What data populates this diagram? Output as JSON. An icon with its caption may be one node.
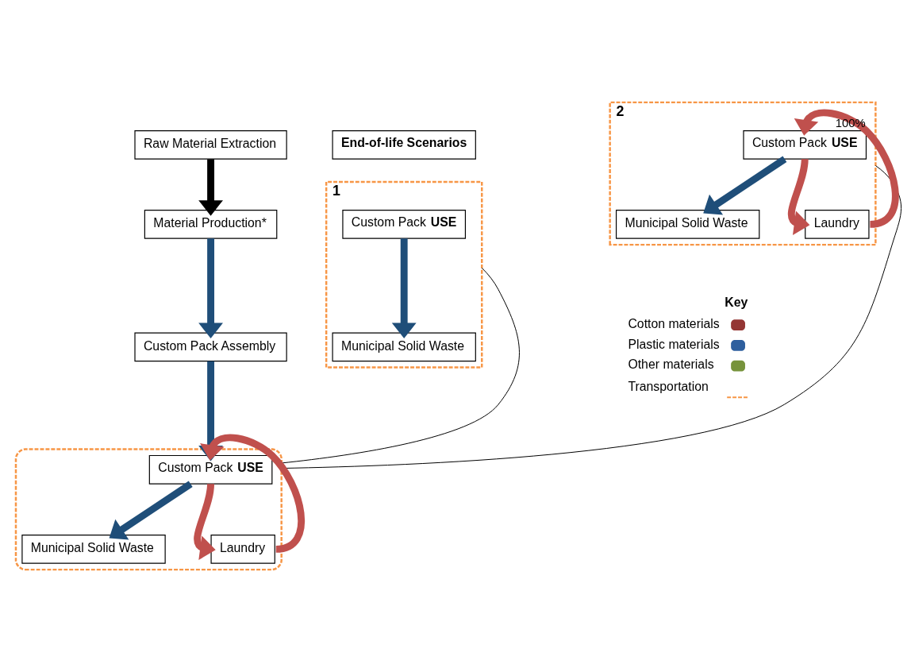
{
  "diagram": {
    "nodes": [
      {
        "text": [
          "Raw Material Extraction"
        ]
      },
      {
        "text": [
          "Material Production*"
        ]
      },
      {
        "text": [
          "Custom Pack Assembly"
        ]
      },
      {
        "text": [],
        "shape": "box"
      },
      {
        "text": [
          "Custom Pack **USE**"
        ],
        "in": 3
      },
      {
        "text": [
          "Municipal Solid Waste"
        ],
        "in": 3
      },
      {
        "text": [
          "Laundry"
        ],
        "in": 3
      },
      {
        "text": [
          "End-of-life Scenarios"
        ]
      },
      {
        "text": [
          "1"
        ]
      },
      {
        "text": [
          "Custom Pack **USE**"
        ],
        "in": 8
      },
      {
        "text": [
          "Municipal Solid Waste"
        ],
        "in": 8
      },
      {
        "text": [
          "2"
        ]
      },
      {
        "text": [
          "Custom Pack **USE**"
        ],
        "in": 11
      },
      {
        "text": [
          "Municipal Solid Waste"
        ],
        "in": 11
      },
      {
        "text": [
          "Laundry"
        ],
        "in": 11
      }
    ],
    "edges": [
      {
        "from": 0,
        "to": 1,
        "arrow": "to",
        "color": "#000000"
      },
      {
        "from": 1,
        "to": 2,
        "arrow": "to",
        "color": "#1f4e79"
      },
      {
        "from": 2,
        "to": 4,
        "arrow": "to",
        "color": "#1f4e79"
      },
      {
        "from": 4,
        "to": 5,
        "arrow": "to",
        "color": "#1f4e79"
      },
      {
        "from": 4,
        "to": 6,
        "arrow": "to",
        "color": "#c0504d"
      },
      {
        "from": 6,
        "to": 4,
        "arrow": "to",
        "color": "#c0504d"
      },
      {
        "from": 3,
        "to": 8,
        "arrow": "none",
        "color": "#000000"
      },
      {
        "from": 3,
        "to": 11,
        "arrow": "none",
        "color": "#000000"
      },
      {
        "from": 9,
        "to": 10,
        "arrow": "to",
        "color": "#1f4e79"
      },
      {
        "from": 12,
        "to": 13,
        "arrow": "to",
        "color": "#1f4e79"
      },
      {
        "from": 12,
        "to": 14,
        "arrow": "to",
        "color": "#c0504d"
      },
      {
        "from": 14,
        "to": 12,
        "arrow": "to",
        "label": "100%",
        "color": "#c0504d"
      }
    ],
    "labels": [
      "Key"
    ],
    "legend": [
      {
        "text": "Cotton materials",
        "color": "#943634"
      },
      {
        "text": "Plastic materials",
        "color": "#2e5f9e"
      },
      {
        "text": "Other materials",
        "color": "#77933c"
      },
      {
        "text": "Transportation"
      }
    ]
  }
}
